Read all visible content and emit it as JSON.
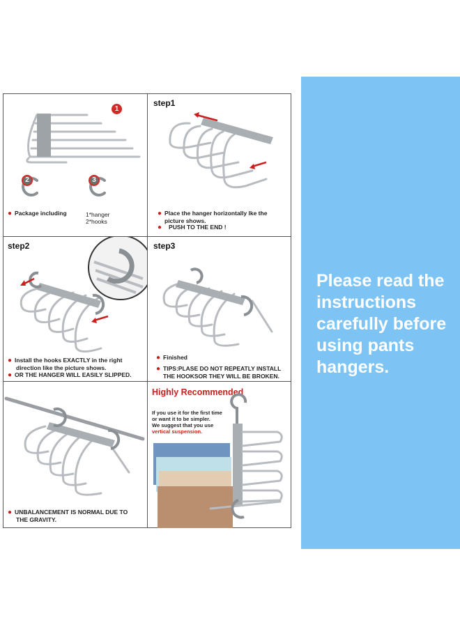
{
  "panel": {
    "message": "Please read the instructions carefully before using pants hangers."
  },
  "cell_package": {
    "badge1": "1",
    "badge2": "2",
    "badge3": "3",
    "label": "Package including",
    "contents_line1": "1*hanger",
    "contents_line2": "2*hooks"
  },
  "cell_step1": {
    "title": "step1",
    "note1_line1": "Place the hanger horizontally lke the",
    "note1_line2": "picture shows.",
    "note2": "PUSH TO THE END !"
  },
  "cell_step2": {
    "title": "step2",
    "note1_line1": "Install the hooks EXACTLY in the right",
    "note1_line2": "direction like the picture shows.",
    "note2": "OR THE HANGER WILL EASILY SLIPPED."
  },
  "cell_step3": {
    "title": "step3",
    "note1": "Finished",
    "note2_line1": "TIPS:PLASE DO NOT REPEATLY INSTALL",
    "note2_line2": "THE HOOKSOR THEY WILL BE BROKEN."
  },
  "cell_hanging": {
    "note_line1": "UNBALANCEMENT IS NORMAL DUE TO",
    "note_line2": "THE GRAVITY."
  },
  "cell_recommended": {
    "title": "Highly Recommended",
    "line1": "If you use it for the first time",
    "line2": "or want it to be simpler.",
    "line3": "We suggest that you use",
    "line4": "vertical suspension."
  },
  "colors": {
    "accent_red": "#c8201e",
    "panel_blue": "#7dc4f5",
    "metal": "#b8bcc0"
  }
}
